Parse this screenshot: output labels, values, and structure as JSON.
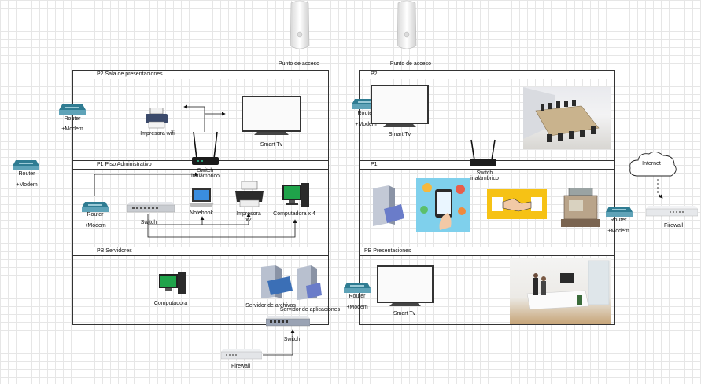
{
  "access_points": [
    {
      "label": "Punto de acceso"
    },
    {
      "label": "Punto de acceso"
    }
  ],
  "left_building": {
    "p2": {
      "title": "P2 Sala de presentaciones",
      "printer": "Impresora wifi",
      "tv": "Smart Tv",
      "switch": "Switch\ninalámbrico"
    },
    "p1": {
      "title": "P1 Piso Administrativo",
      "router": "Router",
      "modem": "+Modem",
      "switch": "Switch",
      "notebook": "Notebook",
      "printer": "Impresora",
      "printer_qty": "x2",
      "computers": "Computadora x 4"
    },
    "pb": {
      "title": "PB Servidores",
      "computer": "Computadora",
      "file_server": "Servidor de archivos",
      "app_server": "Servidor de aplicaciones",
      "switch": "Switch"
    }
  },
  "right_building": {
    "p2": {
      "title": "P2",
      "tv": "Smart Tv"
    },
    "p1": {
      "title": "P1",
      "switch": "Switch\ninalámbrico"
    },
    "pb": {
      "title": "PB Presentaciones",
      "tv": "Smart Tv"
    }
  },
  "outside": {
    "router_far_left": {
      "router": "Router",
      "modem": "+Modem"
    },
    "router_left_p2": {
      "router": "Router",
      "modem": "+Modem"
    },
    "router_right_p2": {
      "router": "Router",
      "modem": "+Modem"
    },
    "router_pb": {
      "router": "Router",
      "modem": "+Modem"
    },
    "router_far_right": {
      "router": "Router",
      "modem": "+Modem"
    },
    "internet": "Internet",
    "firewall_right": "Firewall",
    "firewall_bottom": "Firewall"
  },
  "colors": {
    "router_body": "#5fa3b8",
    "router_top": "#2f7c92",
    "monitor_screen": "#1fa34a",
    "server": "#9aa5b8",
    "switch": "#c9ccd1"
  }
}
